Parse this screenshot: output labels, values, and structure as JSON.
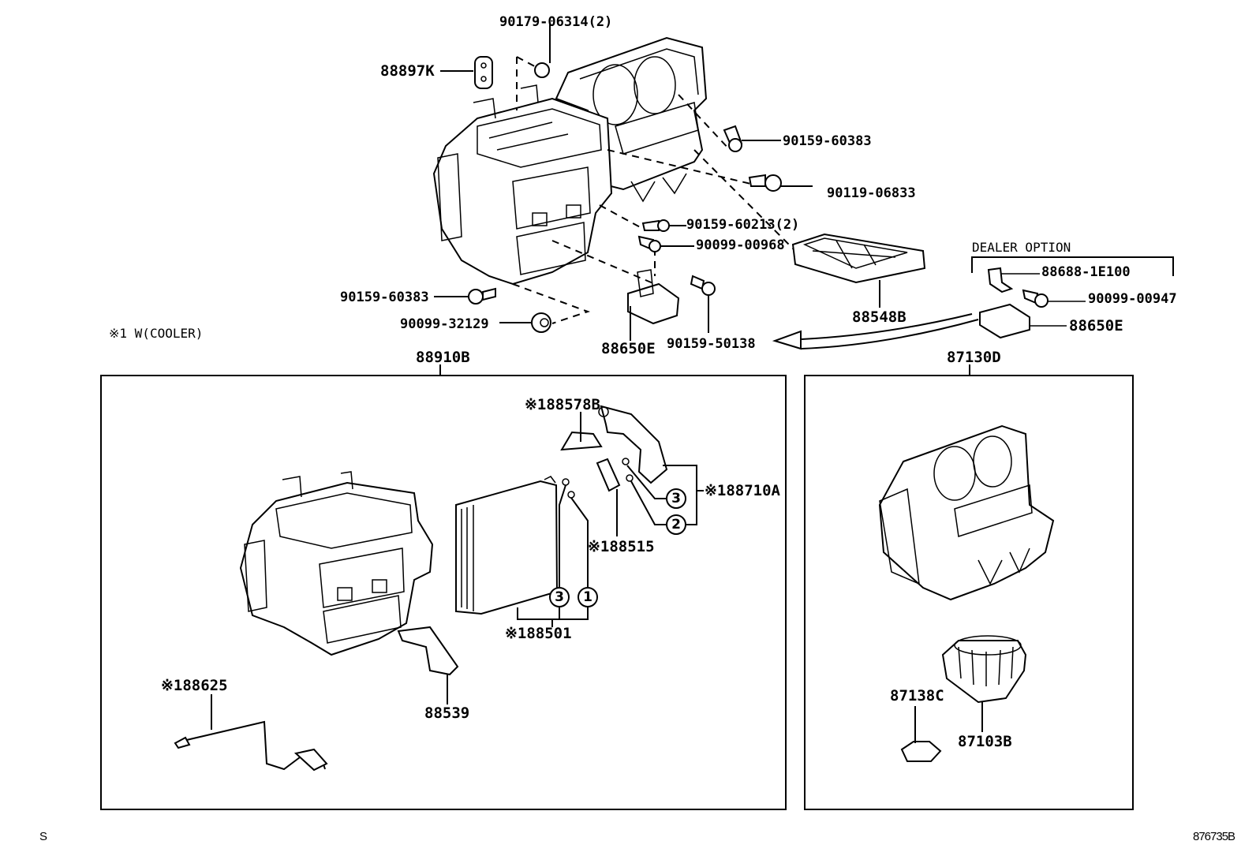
{
  "diagram": {
    "title": "Heating & Air Conditioning - Heater Unit & Blower",
    "figure_id": "876735B",
    "corner_mark": "S",
    "footnote": "※1 W(COOLER)",
    "dealer_option_label": "DEALER OPTION",
    "top_parts": [
      {
        "id": "p-90179-06314",
        "label": "90179-06314(2)"
      },
      {
        "id": "p-88897k",
        "label": "88897K"
      },
      {
        "id": "p-90159-60383-a",
        "label": "90159-60383"
      },
      {
        "id": "p-90119-06833",
        "label": "90119-06833"
      },
      {
        "id": "p-90159-60213",
        "label": "90159-60213(2)"
      },
      {
        "id": "p-90099-00968",
        "label": "90099-00968"
      },
      {
        "id": "p-90159-60383-b",
        "label": "90159-60383"
      },
      {
        "id": "p-90099-32129",
        "label": "90099-32129"
      },
      {
        "id": "p-88650e-a",
        "label": "88650E"
      },
      {
        "id": "p-90159-50138",
        "label": "90159-50138"
      },
      {
        "id": "p-88548b",
        "label": "88548B"
      }
    ],
    "dealer_parts": [
      {
        "id": "p-88688-1e100",
        "label": "88688-1E100"
      },
      {
        "id": "p-90099-00947",
        "label": "90099-00947"
      },
      {
        "id": "p-88650e-b",
        "label": "88650E"
      }
    ],
    "box_left": {
      "label": "88910B",
      "parts": [
        {
          "id": "p-88578b",
          "label": "※188578B"
        },
        {
          "id": "p-88710a",
          "label": "※188710A"
        },
        {
          "id": "p-88515",
          "label": "※188515"
        },
        {
          "id": "p-88501",
          "label": "※188501"
        },
        {
          "id": "p-88625",
          "label": "※188625"
        },
        {
          "id": "p-88539",
          "label": "88539"
        }
      ],
      "callouts": [
        "3",
        "2",
        "3",
        "1"
      ]
    },
    "box_right": {
      "label": "87130D",
      "parts": [
        {
          "id": "p-87138c",
          "label": "87138C"
        },
        {
          "id": "p-87103b",
          "label": "87103B"
        }
      ]
    }
  }
}
